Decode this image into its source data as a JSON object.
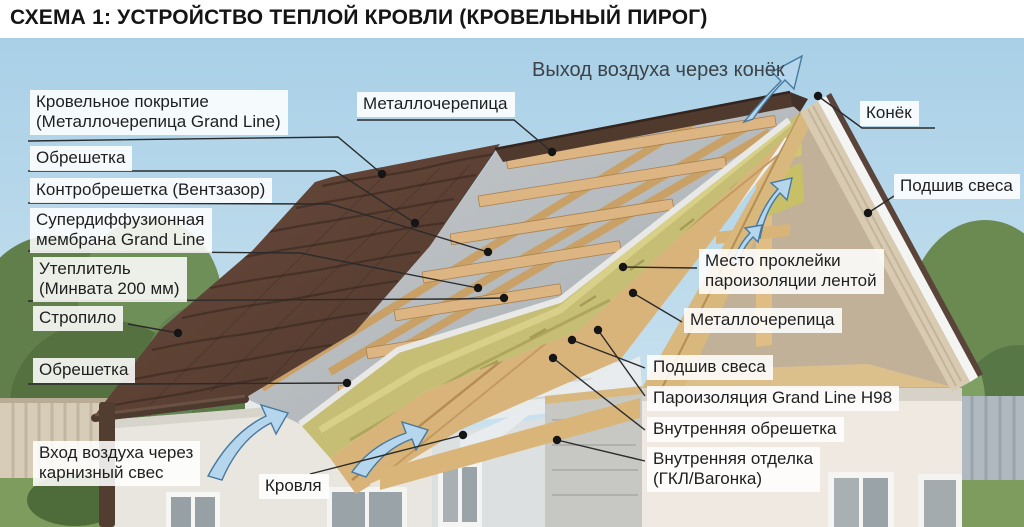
{
  "title": "СХЕМА 1: УСТРОЙСТВО ТЕПЛОЙ КРОВЛИ (КРОВЕЛЬНЫЙ ПИРОГ)",
  "labels": {
    "roof_covering": {
      "line1": "Кровельное покрытие",
      "line2": "(Металлочерепица Grand Line)"
    },
    "battens": {
      "line1": "Обрешетка"
    },
    "counter_battens": {
      "line1": "Контробрешетка (Вентзазор)"
    },
    "membrane": {
      "line1": "Супердиффузионная",
      "line2": "мембрана Grand Line"
    },
    "insulation": {
      "line1": "Утеплитель",
      "line2": "(Минвата 200 мм)"
    },
    "rafter": {
      "line1": "Стропило"
    },
    "battens_lower": {
      "line1": "Обрешетка"
    },
    "air_inlet": {
      "line1": "Вход воздуха через",
      "line2": "карнизный свес"
    },
    "metal_tile_top": {
      "line1": "Металлочерепица"
    },
    "air_outlet": {
      "line1": "Выход воздуха через конёк"
    },
    "ridge": {
      "line1": "Конёк"
    },
    "soffit_right": {
      "line1": "Подшив свеса"
    },
    "vapor_tape": {
      "line1": "Место проклейки",
      "line2": "пароизоляции лентой"
    },
    "metal_tile_right": {
      "line1": "Металлочерепица"
    },
    "soffit_lower": {
      "line1": "Подшив свеса"
    },
    "vapor_barrier": {
      "line1": "Пароизоляция Grand Line Н98"
    },
    "inner_battens": {
      "line1": "Внутренняя обрешетка"
    },
    "inner_finish": {
      "line1": "Внутренняя отделка",
      "line2": "(ГКЛ/Вагонка)"
    },
    "roof_eave": {
      "line1": "Кровля"
    }
  },
  "colors": {
    "sky": "#b5d7ea",
    "tile_brown": "#5e4237",
    "ridge_cap": "#4c372d",
    "wood": "#d9b47a",
    "membrane": "#b7bcc0",
    "insulation": "#c6be74",
    "label_bg": "#ffffff",
    "arrow_blue": "#b5d6ec",
    "arrow_outline": "#46799f",
    "leader": "#2b2b2b"
  }
}
